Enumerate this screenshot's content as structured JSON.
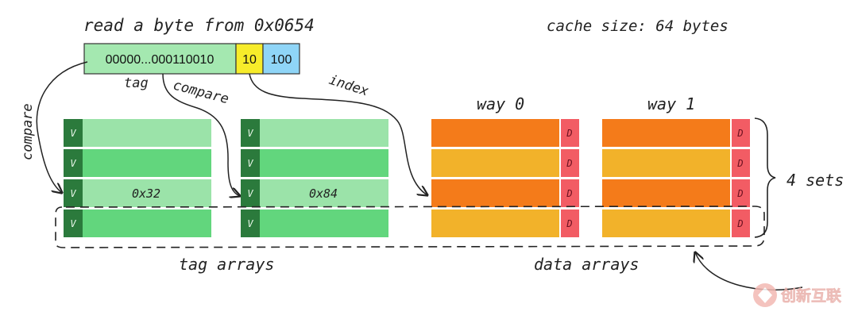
{
  "header": {
    "instruction": "read a byte from 0x0654",
    "cache_size": "cache size: 64 bytes"
  },
  "address": {
    "tag_bits": "00000...000110010",
    "index_bits": "10",
    "offset_bits": "100"
  },
  "labels": {
    "tag": "tag",
    "compare_left": "compare",
    "compare_mid": "compare",
    "index": "index",
    "way0": "way 0",
    "way1": "way 1",
    "sets": "4 sets",
    "tag_arrays": "tag arrays",
    "data_arrays": "data arrays"
  },
  "tag_arrays": [
    {
      "valid_flag": "V",
      "tag_value": "0x32"
    },
    {
      "valid_flag": "V",
      "tag_value": "0x84"
    }
  ],
  "dirty_flag": "D",
  "watermark": {
    "text": "创新互联"
  },
  "colors": {
    "valid_dark": "#2b7a3c",
    "tag_light": "#9be3a9",
    "tag_mid": "#62d67d",
    "data_orange": "#f47b1a",
    "data_amber": "#f2b22a",
    "dirty_red": "#f25c64",
    "addr_green": "#a4e8b0",
    "addr_yellow": "#f7ec2a",
    "addr_blue": "#8fd5f7"
  }
}
